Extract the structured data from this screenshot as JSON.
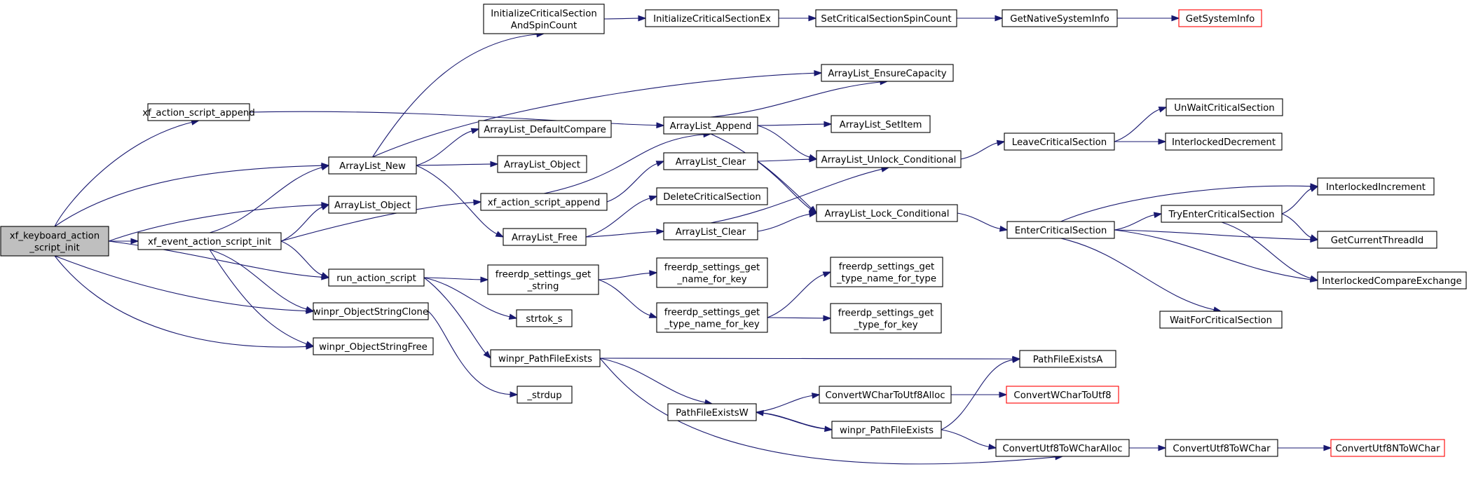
{
  "colors": {
    "edge": "#191970",
    "node_border": "#000000",
    "node_fill": "#ffffff",
    "root_fill": "#bfbfbf",
    "external_border": "#ff0000",
    "external_text": "#ff0000"
  },
  "nodes": {
    "root": [
      "xf_keyboard_action",
      "_script_init"
    ],
    "xf_action_script_append_a": [
      "xf_action_script_append"
    ],
    "arraylist_new": [
      "ArrayList_New"
    ],
    "arraylist_object_a": [
      "ArrayList_Object"
    ],
    "xf_event_action_script_init": [
      "xf_event_action_script_init"
    ],
    "run_action_script": [
      "run_action_script"
    ],
    "winpr_objectstringclone": [
      "winpr_ObjectStringClone"
    ],
    "winpr_objectstringfree": [
      "winpr_ObjectStringFree"
    ],
    "initialize_critical_section_and_spin_count": [
      "InitializeCriticalSection",
      "AndSpinCount"
    ],
    "initialize_critical_section_ex": [
      "InitializeCriticalSectionEx"
    ],
    "set_critical_section_spin_count": [
      "SetCriticalSectionSpinCount"
    ],
    "get_native_system_info": [
      "GetNativeSystemInfo"
    ],
    "get_system_info": [
      "GetSystemInfo"
    ],
    "arraylist_ensure_capacity": [
      "ArrayList_EnsureCapacity"
    ],
    "arraylist_default_compare": [
      "ArrayList_DefaultCompare"
    ],
    "arraylist_object_b": [
      "ArrayList_Object"
    ],
    "arraylist_append": [
      "ArrayList_Append"
    ],
    "arraylist_set_item": [
      "ArrayList_SetItem"
    ],
    "xf_action_script_append_b": [
      "xf_action_script_append"
    ],
    "arraylist_clear_a": [
      "ArrayList_Clear"
    ],
    "arraylist_free": [
      "ArrayList_Free"
    ],
    "delete_critical_section": [
      "DeleteCriticalSection"
    ],
    "arraylist_clear_b": [
      "ArrayList_Clear"
    ],
    "arraylist_unlock_conditional": [
      "ArrayList_Unlock_Conditional"
    ],
    "arraylist_lock_conditional": [
      "ArrayList_Lock_Conditional"
    ],
    "leave_critical_section": [
      "LeaveCriticalSection"
    ],
    "unwait_critical_section": [
      "UnWaitCriticalSection"
    ],
    "interlocked_decrement": [
      "InterlockedDecrement"
    ],
    "enter_critical_section": [
      "EnterCriticalSection"
    ],
    "try_enter_critical_section": [
      "TryEnterCriticalSection"
    ],
    "interlocked_increment": [
      "InterlockedIncrement"
    ],
    "get_current_thread_id": [
      "GetCurrentThreadId"
    ],
    "interlocked_compare_exchange": [
      "InterlockedCompareExchange"
    ],
    "wait_for_critical_section": [
      "WaitForCriticalSection"
    ],
    "freerdp_settings_get_string": [
      "freerdp_settings_get",
      "_string"
    ],
    "freerdp_settings_get_name_for_key": [
      "freerdp_settings_get",
      "_name_for_key"
    ],
    "freerdp_settings_get_type_name_for_key": [
      "freerdp_settings_get",
      "_type_name_for_key"
    ],
    "freerdp_settings_get_type_name_for_type": [
      "freerdp_settings_get",
      "_type_name_for_type"
    ],
    "freerdp_settings_get_type_for_key": [
      "freerdp_settings_get",
      "_type_for_key"
    ],
    "strtok_s": [
      "strtok_s"
    ],
    "strdup": [
      "_strdup"
    ],
    "winpr_pathfileexists_a": [
      "winpr_PathFileExists"
    ],
    "pathfileexists_a": [
      "PathFileExistsA"
    ],
    "pathfileexists_w": [
      "PathFileExistsW"
    ],
    "convert_wchar_to_utf8_alloc": [
      "ConvertWCharToUtf8Alloc"
    ],
    "convert_wchar_to_utf8": [
      "ConvertWCharToUtf8"
    ],
    "winpr_pathfileexists_b": [
      "winpr_PathFileExists"
    ],
    "convert_utf8_to_wchar_alloc": [
      "ConvertUtf8ToWCharAlloc"
    ],
    "convert_utf8_to_wchar": [
      "ConvertUtf8ToWChar"
    ],
    "convert_utf8n_to_wchar": [
      "ConvertUtf8NToWChar"
    ]
  }
}
